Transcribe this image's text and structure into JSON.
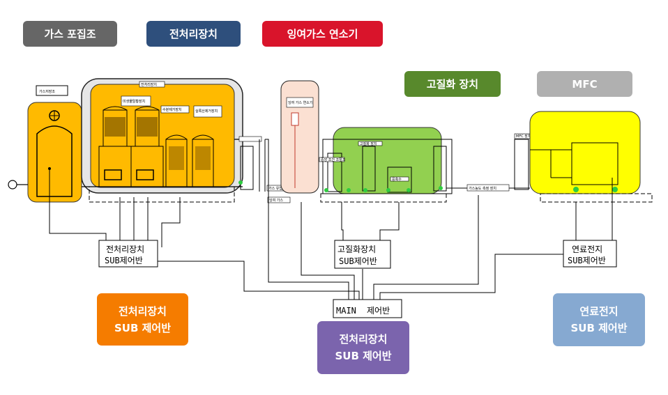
{
  "legend_top": {
    "gas_collector": {
      "label": "가스 포집조",
      "color": "#666666"
    },
    "pretreatment": {
      "label": "전처리장치",
      "color": "#2e4f7c"
    },
    "surplus_gas_combustor": {
      "label": "잉여가스 연소기",
      "color": "#d9142b"
    },
    "solidification": {
      "label": "고질화 장치",
      "color": "#58892c"
    },
    "mfc": {
      "label": "MFC",
      "color": "#b0b0b0"
    }
  },
  "legend_bottom": {
    "pretreatment_sub_panel": {
      "line1": "전처리장치",
      "line2": "SUB 제어반",
      "color": "#f57c00"
    },
    "main_panel": {
      "line1": "전처리장치",
      "line2": "SUB 제어반",
      "color": "#7b64ad"
    },
    "fuel_cell_sub_panel": {
      "line1": "연료전지",
      "line2": "SUB 제어반",
      "color": "#86a9d1"
    }
  },
  "diagram": {
    "panel_pretreatment": {
      "line1": "전처리장치",
      "line2": "SUB제어반"
    },
    "panel_solidification": {
      "line1": "고질화장치",
      "line2": "SUB제어반"
    },
    "panel_main": {
      "left": "MAIN",
      "right": "제어반"
    },
    "panel_fuel_cell": {
      "line1": "연료전지",
      "line2": "SUB제어반"
    },
    "tags": {
      "gas_collector": "가스저장조",
      "pretreatment_unit": "전처리장치",
      "t1": "미생물탈황장치",
      "t2": "수분제거장치",
      "t3": "실록산제거장치",
      "combustor": "잉여 가스 연소기",
      "solid_left": "중앙 조건 조절조",
      "solid_mid": "고질화 장치",
      "solid_right": "응축수",
      "gas_analyzer": "가스농도 측정 장치",
      "mfc_tag": "MFC 장치",
      "comb_bottom": "잉여 가스",
      "comb_inlet": "가스 유입"
    }
  }
}
